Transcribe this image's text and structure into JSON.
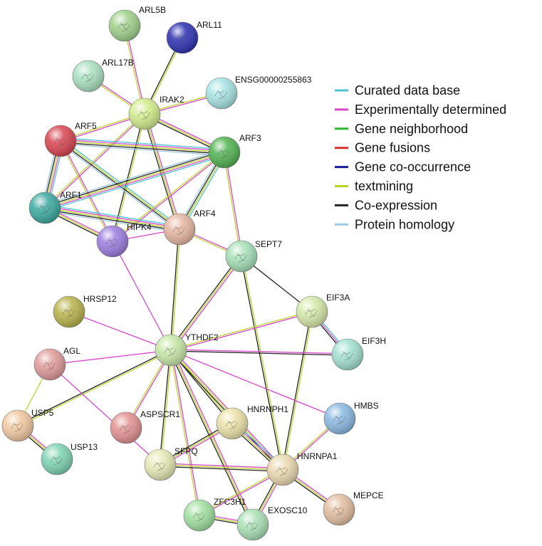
{
  "colors": {
    "curated": "#4cc3d6",
    "experimental": "#d646c9",
    "neighborhood": "#2db82d",
    "fusion": "#d62d2d",
    "cooccurrence": "#1a1a9c",
    "textmining": "#bcd42a",
    "coexpression": "#222222",
    "homology": "#9fc8e0"
  },
  "legend": [
    {
      "label": "Curated data base",
      "color_key": "curated"
    },
    {
      "label": "Experimentally determined",
      "color_key": "experimental"
    },
    {
      "label": "Gene neighborhood",
      "color_key": "neighborhood"
    },
    {
      "label": "Gene fusions",
      "color_key": "fusion"
    },
    {
      "label": "Gene co-occurrence",
      "color_key": "cooccurrence"
    },
    {
      "label": "textmining",
      "color_key": "textmining"
    },
    {
      "label": "Co-expression",
      "color_key": "coexpression"
    },
    {
      "label": "Protein homology",
      "color_key": "homology"
    }
  ],
  "nodes": [
    {
      "id": "ARL5B",
      "label": "ARL5B",
      "color": "#9fd08a"
    },
    {
      "id": "ARL11",
      "label": "ARL11",
      "color": "#2b2fb0"
    },
    {
      "id": "ARL17B",
      "label": "ARL17B",
      "color": "#a8e0c0"
    },
    {
      "id": "ENSG",
      "label": "ENSG00000255863",
      "color": "#a6e3e3"
    },
    {
      "id": "IRAK2",
      "label": "IRAK2",
      "color": "#d3ec8a"
    },
    {
      "id": "ARF5",
      "label": "ARF5",
      "color": "#d8434f"
    },
    {
      "id": "ARF3",
      "label": "ARF3",
      "color": "#4fb24f"
    },
    {
      "id": "ARF1",
      "label": "ARF1",
      "color": "#3aa8a0"
    },
    {
      "id": "HIPK4",
      "label": "HIPK4",
      "color": "#9b7be0"
    },
    {
      "id": "ARF4",
      "label": "ARF4",
      "color": "#e7b6a2"
    },
    {
      "id": "SEPT7",
      "label": "SEPT7",
      "color": "#a6e0b6"
    },
    {
      "id": "HRSP12",
      "label": "HRSP12",
      "color": "#b8b24a"
    },
    {
      "id": "EIF3A",
      "label": "EIF3A",
      "color": "#d6e9a8"
    },
    {
      "id": "YTHDF2",
      "label": "YTHDF2",
      "color": "#c8e8a8"
    },
    {
      "id": "EIF3H",
      "label": "EIF3H",
      "color": "#a0e0d0"
    },
    {
      "id": "AGL",
      "label": "AGL",
      "color": "#e09a9a"
    },
    {
      "id": "USP5",
      "label": "USP5",
      "color": "#f0c8a0"
    },
    {
      "id": "ASPSCR1",
      "label": "ASPSCR1",
      "color": "#e39090"
    },
    {
      "id": "HNRNPH1",
      "label": "HNRNPH1",
      "color": "#ece2a8"
    },
    {
      "id": "HMBS",
      "label": "HMBS",
      "color": "#8ab8e0"
    },
    {
      "id": "USP13",
      "label": "USP13",
      "color": "#7ed4b4"
    },
    {
      "id": "SFPQ",
      "label": "SFPQ",
      "color": "#e6e8b4"
    },
    {
      "id": "HNRNPA1",
      "label": "HNRNPA1",
      "color": "#ead8b0"
    },
    {
      "id": "MEPCE",
      "label": "MEPCE",
      "color": "#e2bea0"
    },
    {
      "id": "ZFC3H1",
      "label": "ZFC3H1",
      "color": "#a0e0a0"
    },
    {
      "id": "EXOSC10",
      "label": "EXOSC10",
      "color": "#a8e0b4"
    }
  ],
  "edges": [
    {
      "a": "ARL5B",
      "b": "IRAK2",
      "types": [
        "experimental",
        "textmining"
      ]
    },
    {
      "a": "ARL11",
      "b": "IRAK2",
      "types": [
        "textmining",
        "coexpression"
      ]
    },
    {
      "a": "ARL17B",
      "b": "IRAK2",
      "types": [
        "experimental",
        "textmining"
      ]
    },
    {
      "a": "ENSG",
      "b": "IRAK2",
      "types": [
        "experimental",
        "textmining"
      ]
    },
    {
      "a": "IRAK2",
      "b": "ARF5",
      "types": [
        "experimental",
        "textmining"
      ]
    },
    {
      "a": "IRAK2",
      "b": "ARF3",
      "types": [
        "experimental",
        "textmining",
        "coexpression"
      ]
    },
    {
      "a": "IRAK2",
      "b": "ARF1",
      "types": [
        "experimental",
        "textmining"
      ]
    },
    {
      "a": "IRAK2",
      "b": "HIPK4",
      "types": [
        "textmining",
        "coexpression"
      ]
    },
    {
      "a": "IRAK2",
      "b": "ARF4",
      "types": [
        "experimental",
        "textmining",
        "coexpression"
      ]
    },
    {
      "a": "ARF5",
      "b": "ARF3",
      "types": [
        "curated",
        "experimental",
        "textmining",
        "coexpression",
        "homology"
      ]
    },
    {
      "a": "ARF5",
      "b": "ARF1",
      "types": [
        "curated",
        "experimental",
        "textmining",
        "coexpression",
        "homology"
      ]
    },
    {
      "a": "ARF5",
      "b": "ARF4",
      "types": [
        "curated",
        "textmining",
        "coexpression",
        "homology"
      ]
    },
    {
      "a": "ARF5",
      "b": "HIPK4",
      "types": [
        "experimental",
        "textmining"
      ]
    },
    {
      "a": "ARF3",
      "b": "ARF1",
      "types": [
        "curated",
        "experimental",
        "textmining",
        "coexpression",
        "homology"
      ]
    },
    {
      "a": "ARF3",
      "b": "ARF4",
      "types": [
        "curated",
        "textmining",
        "coexpression",
        "homology"
      ]
    },
    {
      "a": "ARF3",
      "b": "HIPK4",
      "types": [
        "experimental",
        "textmining"
      ]
    },
    {
      "a": "ARF3",
      "b": "SEPT7",
      "types": [
        "experimental",
        "textmining"
      ]
    },
    {
      "a": "ARF1",
      "b": "ARF4",
      "types": [
        "curated",
        "experimental",
        "textmining",
        "coexpression",
        "homology"
      ]
    },
    {
      "a": "ARF1",
      "b": "HIPK4",
      "types": [
        "experimental",
        "textmining",
        "coexpression"
      ]
    },
    {
      "a": "HIPK4",
      "b": "ARF4",
      "types": [
        "experimental"
      ]
    },
    {
      "a": "HIPK4",
      "b": "YTHDF2",
      "types": [
        "experimental"
      ]
    },
    {
      "a": "ARF4",
      "b": "SEPT7",
      "types": [
        "experimental",
        "textmining"
      ]
    },
    {
      "a": "ARF4",
      "b": "YTHDF2",
      "types": [
        "textmining",
        "coexpression"
      ]
    },
    {
      "a": "SEPT7",
      "b": "YTHDF2",
      "types": [
        "experimental",
        "textmining",
        "coexpression"
      ]
    },
    {
      "a": "SEPT7",
      "b": "EIF3A",
      "types": [
        "coexpression"
      ]
    },
    {
      "a": "SEPT7",
      "b": "HNRNPA1",
      "types": [
        "textmining",
        "coexpression"
      ]
    },
    {
      "a": "HRSP12",
      "b": "YTHDF2",
      "types": [
        "experimental"
      ]
    },
    {
      "a": "EIF3A",
      "b": "YTHDF2",
      "types": [
        "experimental",
        "textmining"
      ]
    },
    {
      "a": "EIF3A",
      "b": "EIF3H",
      "types": [
        "curated",
        "experimental",
        "coexpression"
      ]
    },
    {
      "a": "EIF3A",
      "b": "HNRNPA1",
      "types": [
        "textmining",
        "coexpression"
      ]
    },
    {
      "a": "YTHDF2",
      "b": "EIF3H",
      "types": [
        "experimental",
        "coexpression"
      ]
    },
    {
      "a": "YTHDF2",
      "b": "AGL",
      "types": [
        "experimental"
      ]
    },
    {
      "a": "YTHDF2",
      "b": "USP5",
      "types": [
        "textmining",
        "coexpression"
      ]
    },
    {
      "a": "YTHDF2",
      "b": "ASPSCR1",
      "types": [
        "experimental",
        "textmining"
      ]
    },
    {
      "a": "YTHDF2",
      "b": "HNRNPH1",
      "types": [
        "textmining",
        "coexpression"
      ]
    },
    {
      "a": "YTHDF2",
      "b": "HMBS",
      "types": [
        "experimental"
      ]
    },
    {
      "a": "YTHDF2",
      "b": "SFPQ",
      "types": [
        "textmining",
        "coexpression"
      ]
    },
    {
      "a": "YTHDF2",
      "b": "HNRNPA1",
      "types": [
        "experimental",
        "textmining",
        "coexpression"
      ]
    },
    {
      "a": "YTHDF2",
      "b": "ZFC3H1",
      "types": [
        "experimental",
        "textmining"
      ]
    },
    {
      "a": "YTHDF2",
      "b": "EXOSC10",
      "types": [
        "experimental",
        "textmining",
        "coexpression"
      ]
    },
    {
      "a": "AGL",
      "b": "USP5",
      "types": [
        "textmining"
      ]
    },
    {
      "a": "AGL",
      "b": "SFPQ",
      "types": [
        "experimental"
      ]
    },
    {
      "a": "USP5",
      "b": "USP13",
      "types": [
        "experimental",
        "textmining",
        "coexpression"
      ]
    },
    {
      "a": "HNRNPH1",
      "b": "HNRNPA1",
      "types": [
        "curated",
        "experimental",
        "textmining",
        "coexpression"
      ]
    },
    {
      "a": "HNRNPH1",
      "b": "SFPQ",
      "types": [
        "experimental",
        "textmining",
        "coexpression"
      ]
    },
    {
      "a": "HMBS",
      "b": "HNRNPA1",
      "types": [
        "experimental",
        "textmining"
      ]
    },
    {
      "a": "SFPQ",
      "b": "HNRNPA1",
      "types": [
        "experimental",
        "textmining",
        "coexpression"
      ]
    },
    {
      "a": "HNRNPA1",
      "b": "MEPCE",
      "types": [
        "experimental",
        "textmining",
        "coexpression"
      ]
    },
    {
      "a": "HNRNPA1",
      "b": "EXOSC10",
      "types": [
        "experimental",
        "textmining",
        "coexpression"
      ]
    },
    {
      "a": "HNRNPA1",
      "b": "ZFC3H1",
      "types": [
        "experimental",
        "textmining"
      ]
    },
    {
      "a": "ZFC3H1",
      "b": "EXOSC10",
      "types": [
        "experimental",
        "textmining",
        "coexpression"
      ]
    }
  ]
}
